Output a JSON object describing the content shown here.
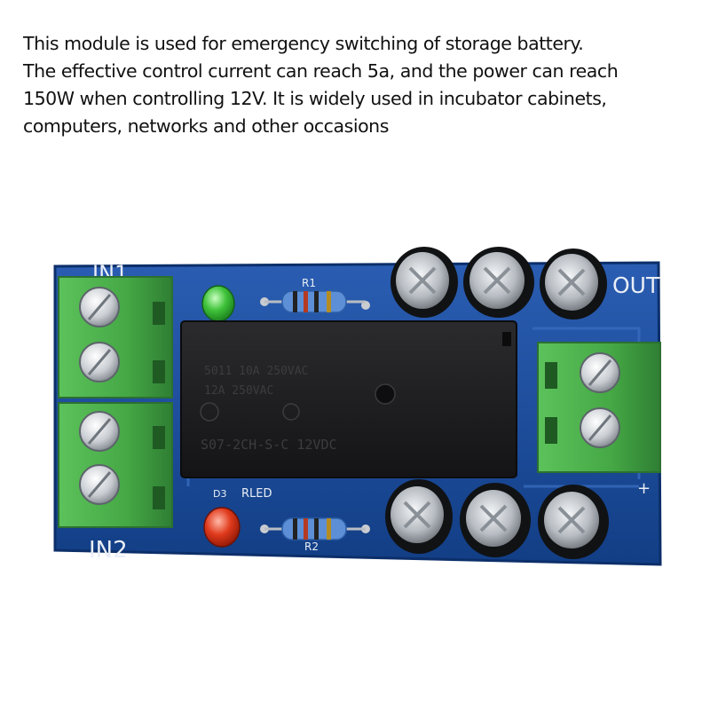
{
  "description": {
    "lines": [
      "This module is used for emergency switching of storage battery.",
      "The effective control current can reach 5a, and the power can reach",
      "150W when controlling 12V. It is widely used in incubator cabinets,",
      "computers, networks and other occasions"
    ]
  },
  "board": {
    "color": "#1d4fa0",
    "terminal_color": "#49b24a",
    "labels": {
      "in1": "IN1",
      "in2": "IN2",
      "out": "OUT",
      "r1": "R1",
      "r2": "R2",
      "rled": "RLED",
      "d3": "D3",
      "plus": "+"
    },
    "leds": {
      "top": "green",
      "bottom": "red"
    },
    "relay": {
      "lines": [
        "5011 10A 250VAC",
        "12A 250VAC",
        "S07-2CH-S-C 12VDC"
      ],
      "color": "#1b1b1d"
    }
  }
}
